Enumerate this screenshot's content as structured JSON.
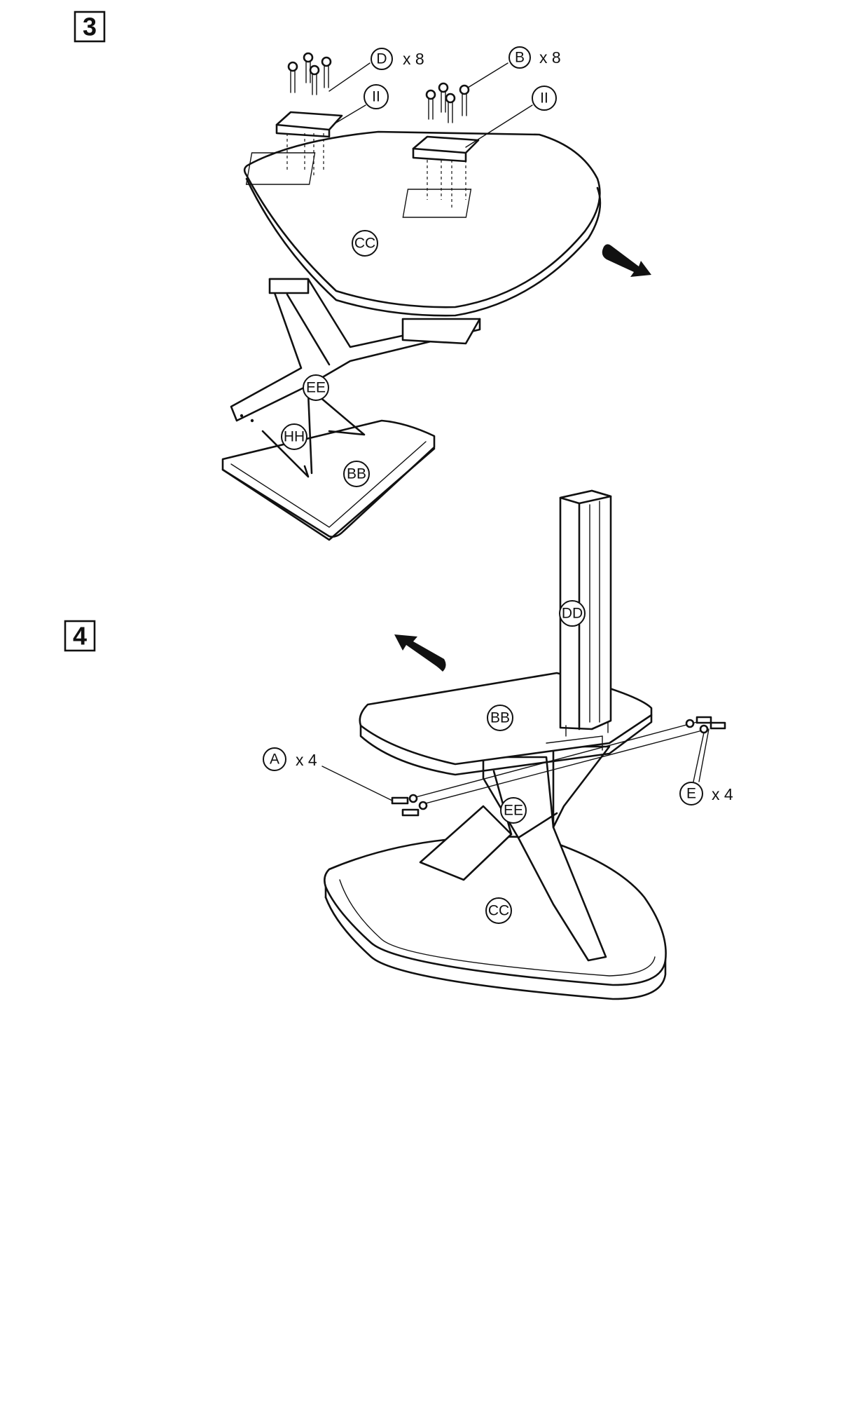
{
  "steps": [
    {
      "number": "3",
      "labels": {
        "screw_d": "D",
        "screw_d_qty": "x 8",
        "screw_b": "B",
        "screw_b_qty": "x 8",
        "bracket_left": "II",
        "bracket_right": "II",
        "top_shelf": "CC",
        "frame": "EE",
        "hidden_brace": "HH",
        "base": "BB"
      },
      "icon": "direction-arrow-icon"
    },
    {
      "number": "4",
      "labels": {
        "column": "DD",
        "shelf": "BB",
        "bolt_a": "A",
        "bolt_a_qty": "x 4",
        "washer_e": "E",
        "washer_e_qty": "x 4",
        "frame": "EE",
        "base": "CC"
      },
      "icon": "direction-arrow-icon"
    }
  ],
  "colors": {
    "ink": "#111111",
    "paper": "#ffffff"
  }
}
